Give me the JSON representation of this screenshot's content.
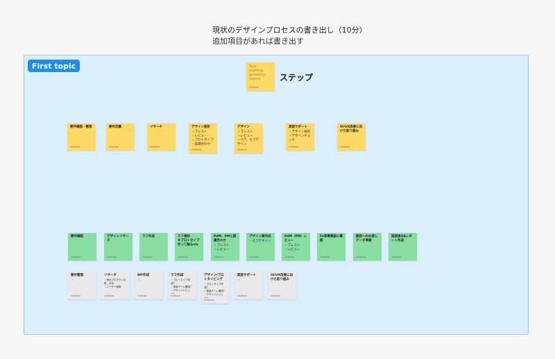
{
  "board": {
    "title_line1": "現状のデザインプロセスの書き出し（10分）",
    "title_line2": "追加項目があれば書き出す"
  },
  "section": {
    "label": "First topic",
    "step_label": "ステップ",
    "placeholder_note": {
      "text": "Type anything, @mention anyone",
      "author": "Untitled"
    }
  },
  "yellow_notes": [
    {
      "title": "要件確認・整理",
      "body": "",
      "author": "Untitled"
    },
    {
      "title": "要件定義",
      "body": "",
      "author": "Untitled"
    },
    {
      "title": "リサーチ",
      "body": "",
      "author": "Untitled"
    },
    {
      "title": "デザイン設計",
      "body": "・ブレスト\n・レビュー\n・プロトタイプ\n・認識合わせ",
      "author": "Untitled"
    },
    {
      "title": "デザイン",
      "body": "・ブレスト\n・レビュー\n・ペア、モブデザイン",
      "author": "Untitled"
    },
    {
      "title": "実装サポート",
      "body": "・デザイン検収\n・デザインチェック",
      "author": "Untitled"
    },
    {
      "title": "UI/UX改善に向けた取り組み",
      "body": "",
      "author": "Untitled"
    }
  ],
  "green_notes": [
    {
      "title": "要件確認",
      "body": "",
      "author": "Untitled"
    },
    {
      "title": "デザインリサーチ",
      "body": "",
      "author": "Untitled"
    },
    {
      "title": "ラフ作成",
      "body": "",
      "author": "Untitled"
    },
    {
      "title": "ラフ検討\n※プロトタイプ作って触るetc",
      "body": "",
      "author": "Untitled"
    },
    {
      "title": "PdM、PMと認識合わせ",
      "body": "・ブレスト\n・レビュー",
      "author": "Untitled"
    },
    {
      "title": "デザイン案作成",
      "body": "・モブデザイン",
      "author": "Untitled"
    },
    {
      "title": "PdM（PM）レビュー",
      "body": "・ブレスト\n・レビュー",
      "author": "Untitled"
    },
    {
      "title": "Fe等事業部に確認",
      "body": "",
      "author": "Untitled"
    },
    {
      "title": "開発へのお渡しデータ準備",
      "body": "",
      "author": "Untitled"
    },
    {
      "title": "実装後QAレポート作成",
      "body": "",
      "author": "Untitled"
    }
  ],
  "gray_notes": [
    {
      "title": "要件整理",
      "body": "・",
      "author": "Untitled"
    },
    {
      "title": "リサーチ",
      "body": "・他社プロダクト比較、分析\n・ユーザー調査",
      "author": "Untitled"
    },
    {
      "title": "WF作成",
      "body": "・",
      "author": "Untitled"
    },
    {
      "title": "ラフ作成",
      "body": "・プロトタイプ作成？\n・実装チーム確認？\n・デザインレビュー？",
      "author": "Untitled"
    },
    {
      "title": "デザイン/プロトタイピング",
      "body": "・プロトタイプ作成？\n・実装チーム確認？\n・デザインレビュー？",
      "author": "Untitled"
    },
    {
      "title": "実装サポート",
      "body": "・",
      "author": "Untitled"
    },
    {
      "title": "UI/UX改善に向けた取り組み",
      "body": "",
      "author": "Untitled"
    }
  ],
  "colors": {
    "section_bg": "#dbeefc",
    "section_border": "#93c6ee",
    "tag_bg": "#1d8fe6",
    "yellow": "#ffd966",
    "green": "#87dea0",
    "gray": "#e9e9e9"
  }
}
